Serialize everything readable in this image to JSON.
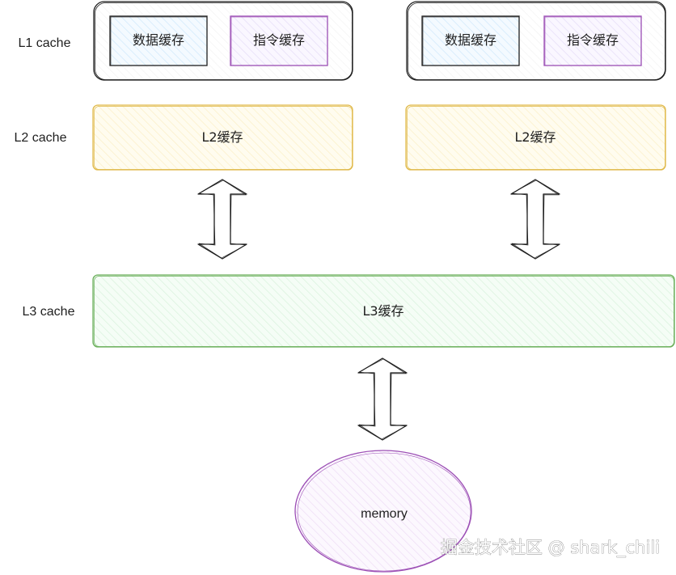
{
  "row_labels": {
    "l1": "L1 cache",
    "l2": "L2 cache",
    "l3": "L3 cache"
  },
  "cores": [
    {
      "l1": {
        "data_cache": "数据缓存",
        "instruction_cache": "指令缓存"
      },
      "l2": "L2缓存"
    },
    {
      "l1": {
        "data_cache": "数据缓存",
        "instruction_cache": "指令缓存"
      },
      "l2": "L2缓存"
    }
  ],
  "l3": "L3缓存",
  "memory": "memory",
  "watermark": "掘金技术社区 @ shark_chili",
  "colors": {
    "stroke_dark": "#1e1e1e",
    "data_cache_fill": "#e7f5ff",
    "instruction_cache_fill": "#f3f0ff",
    "instruction_cache_stroke": "#9c4fb5",
    "l2_fill": "#fff9db",
    "l2_stroke": "#e0b94a",
    "l3_fill": "#ebfbee",
    "l3_stroke": "#6aaf5a",
    "memory_fill": "#f8f0fc",
    "memory_stroke": "#9c4fb5"
  }
}
